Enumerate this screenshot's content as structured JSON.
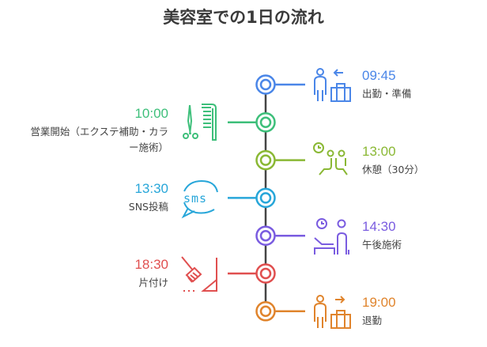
{
  "title": "美容室での1日の流れ",
  "events": [
    {
      "time": "09:45",
      "label": "出勤・準備",
      "color": "#4a86e8",
      "side": "right",
      "icon": "arrive-person-bag-icon"
    },
    {
      "time": "10:00",
      "label": "営業開始（エクステ補助・カラー施術）",
      "label_line1": "営業開始（エクステ補助・カラ",
      "label_line2": "ー施術）",
      "color": "#3dbf7a",
      "side": "left",
      "icon": "scissors-comb-icon"
    },
    {
      "time": "13:00",
      "label": "休憩（30分）",
      "color": "#8ab834",
      "side": "right",
      "icon": "break-clock-people-icon"
    },
    {
      "time": "13:30",
      "label": "SNS投稿",
      "color": "#27a6d9",
      "side": "left",
      "icon": "sms-bubble-icon"
    },
    {
      "time": "14:30",
      "label": "午後施術",
      "color": "#7a5ce0",
      "side": "right",
      "icon": "treatment-clock-person-icon"
    },
    {
      "time": "18:30",
      "label": "片付け",
      "color": "#e04f4f",
      "side": "left",
      "icon": "broom-dustpan-icon"
    },
    {
      "time": "19:00",
      "label": "退勤",
      "color": "#e0842c",
      "side": "right",
      "icon": "leave-person-bag-icon"
    }
  ]
}
